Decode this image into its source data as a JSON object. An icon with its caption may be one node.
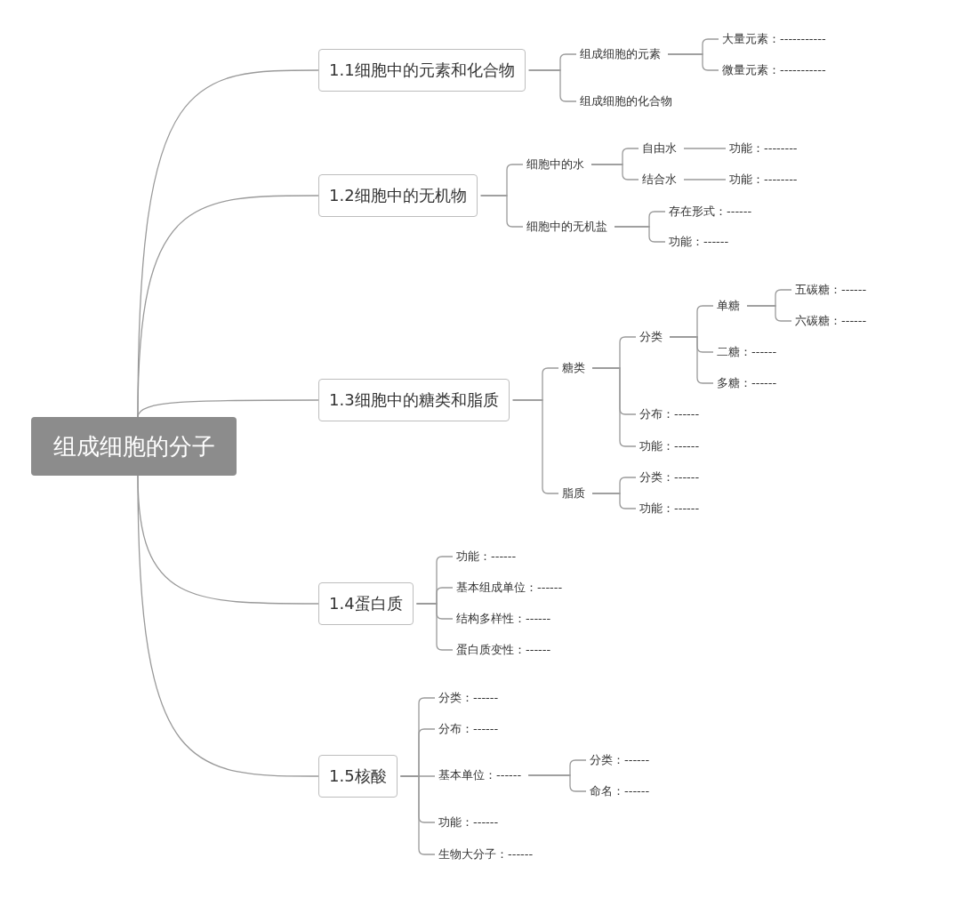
{
  "diagram": {
    "nodes": [
      {
        "text": [
          "组成细胞的分子"
        ]
      },
      {
        "text": [
          "1.1细胞中的元素和化合物"
        ]
      },
      {
        "text": [
          "组成细胞的元素"
        ]
      },
      {
        "text": [
          "大量元素：-----------"
        ]
      },
      {
        "text": [
          "微量元素：-----------"
        ]
      },
      {
        "text": [
          "组成细胞的化合物"
        ]
      },
      {
        "text": [
          "1.2细胞中的无机物"
        ]
      },
      {
        "text": [
          "细胞中的水"
        ]
      },
      {
        "text": [
          "自由水"
        ]
      },
      {
        "text": [
          "功能：--------"
        ]
      },
      {
        "text": [
          "结合水"
        ]
      },
      {
        "text": [
          "功能：--------"
        ]
      },
      {
        "text": [
          "细胞中的无机盐"
        ]
      },
      {
        "text": [
          "存在形式：------"
        ]
      },
      {
        "text": [
          "功能：------"
        ]
      },
      {
        "text": [
          "1.3细胞中的糖类和脂质"
        ]
      },
      {
        "text": [
          "糖类"
        ]
      },
      {
        "text": [
          "分类"
        ]
      },
      {
        "text": [
          "单糖"
        ]
      },
      {
        "text": [
          "五碳糖：------"
        ]
      },
      {
        "text": [
          "六碳糖：------"
        ]
      },
      {
        "text": [
          "二糖：------"
        ]
      },
      {
        "text": [
          "多糖：------"
        ]
      },
      {
        "text": [
          "分布：------"
        ]
      },
      {
        "text": [
          "功能：------"
        ]
      },
      {
        "text": [
          "脂质"
        ]
      },
      {
        "text": [
          "分类：------"
        ]
      },
      {
        "text": [
          "功能：------"
        ]
      },
      {
        "text": [
          "1.4蛋白质"
        ]
      },
      {
        "text": [
          "功能：------"
        ]
      },
      {
        "text": [
          "基本组成单位：------"
        ]
      },
      {
        "text": [
          "结构多样性：------"
        ]
      },
      {
        "text": [
          "蛋白质变性：------"
        ]
      },
      {
        "text": [
          "1.5核酸"
        ]
      },
      {
        "text": [
          "分类：------"
        ]
      },
      {
        "text": [
          "分布：------"
        ]
      },
      {
        "text": [
          "基本单位：------"
        ]
      },
      {
        "text": [
          "分类：------"
        ]
      },
      {
        "text": [
          "命名：------"
        ]
      },
      {
        "text": [
          "功能：------"
        ]
      },
      {
        "text": [
          "生物大分子：------"
        ]
      }
    ],
    "edges": [
      {
        "from": 0,
        "to": 1,
        "arrow": "none"
      },
      {
        "from": 0,
        "to": 6,
        "arrow": "none"
      },
      {
        "from": 0,
        "to": 15,
        "arrow": "none"
      },
      {
        "from": 0,
        "to": 28,
        "arrow": "none"
      },
      {
        "from": 0,
        "to": 33,
        "arrow": "none"
      },
      {
        "from": 1,
        "to": 2,
        "arrow": "none"
      },
      {
        "from": 1,
        "to": 5,
        "arrow": "none"
      },
      {
        "from": 2,
        "to": 3,
        "arrow": "none"
      },
      {
        "from": 2,
        "to": 4,
        "arrow": "none"
      },
      {
        "from": 6,
        "to": 7,
        "arrow": "none"
      },
      {
        "from": 6,
        "to": 12,
        "arrow": "none"
      },
      {
        "from": 7,
        "to": 8,
        "arrow": "none"
      },
      {
        "from": 7,
        "to": 10,
        "arrow": "none"
      },
      {
        "from": 8,
        "to": 9,
        "arrow": "none"
      },
      {
        "from": 10,
        "to": 11,
        "arrow": "none"
      },
      {
        "from": 12,
        "to": 13,
        "arrow": "none"
      },
      {
        "from": 12,
        "to": 14,
        "arrow": "none"
      },
      {
        "from": 15,
        "to": 16,
        "arrow": "none"
      },
      {
        "from": 15,
        "to": 25,
        "arrow": "none"
      },
      {
        "from": 16,
        "to": 17,
        "arrow": "none"
      },
      {
        "from": 16,
        "to": 23,
        "arrow": "none"
      },
      {
        "from": 16,
        "to": 24,
        "arrow": "none"
      },
      {
        "from": 17,
        "to": 18,
        "arrow": "none"
      },
      {
        "from": 17,
        "to": 21,
        "arrow": "none"
      },
      {
        "from": 17,
        "to": 22,
        "arrow": "none"
      },
      {
        "from": 18,
        "to": 19,
        "arrow": "none"
      },
      {
        "from": 18,
        "to": 20,
        "arrow": "none"
      },
      {
        "from": 25,
        "to": 26,
        "arrow": "none"
      },
      {
        "from": 25,
        "to": 27,
        "arrow": "none"
      },
      {
        "from": 28,
        "to": 29,
        "arrow": "none"
      },
      {
        "from": 28,
        "to": 30,
        "arrow": "none"
      },
      {
        "from": 28,
        "to": 31,
        "arrow": "none"
      },
      {
        "from": 28,
        "to": 32,
        "arrow": "none"
      },
      {
        "from": 33,
        "to": 34,
        "arrow": "none"
      },
      {
        "from": 33,
        "to": 35,
        "arrow": "none"
      },
      {
        "from": 33,
        "to": 36,
        "arrow": "none"
      },
      {
        "from": 33,
        "to": 39,
        "arrow": "none"
      },
      {
        "from": 33,
        "to": 40,
        "arrow": "none"
      },
      {
        "from": 36,
        "to": 37,
        "arrow": "none"
      },
      {
        "from": 36,
        "to": 38,
        "arrow": "none"
      }
    ]
  }
}
